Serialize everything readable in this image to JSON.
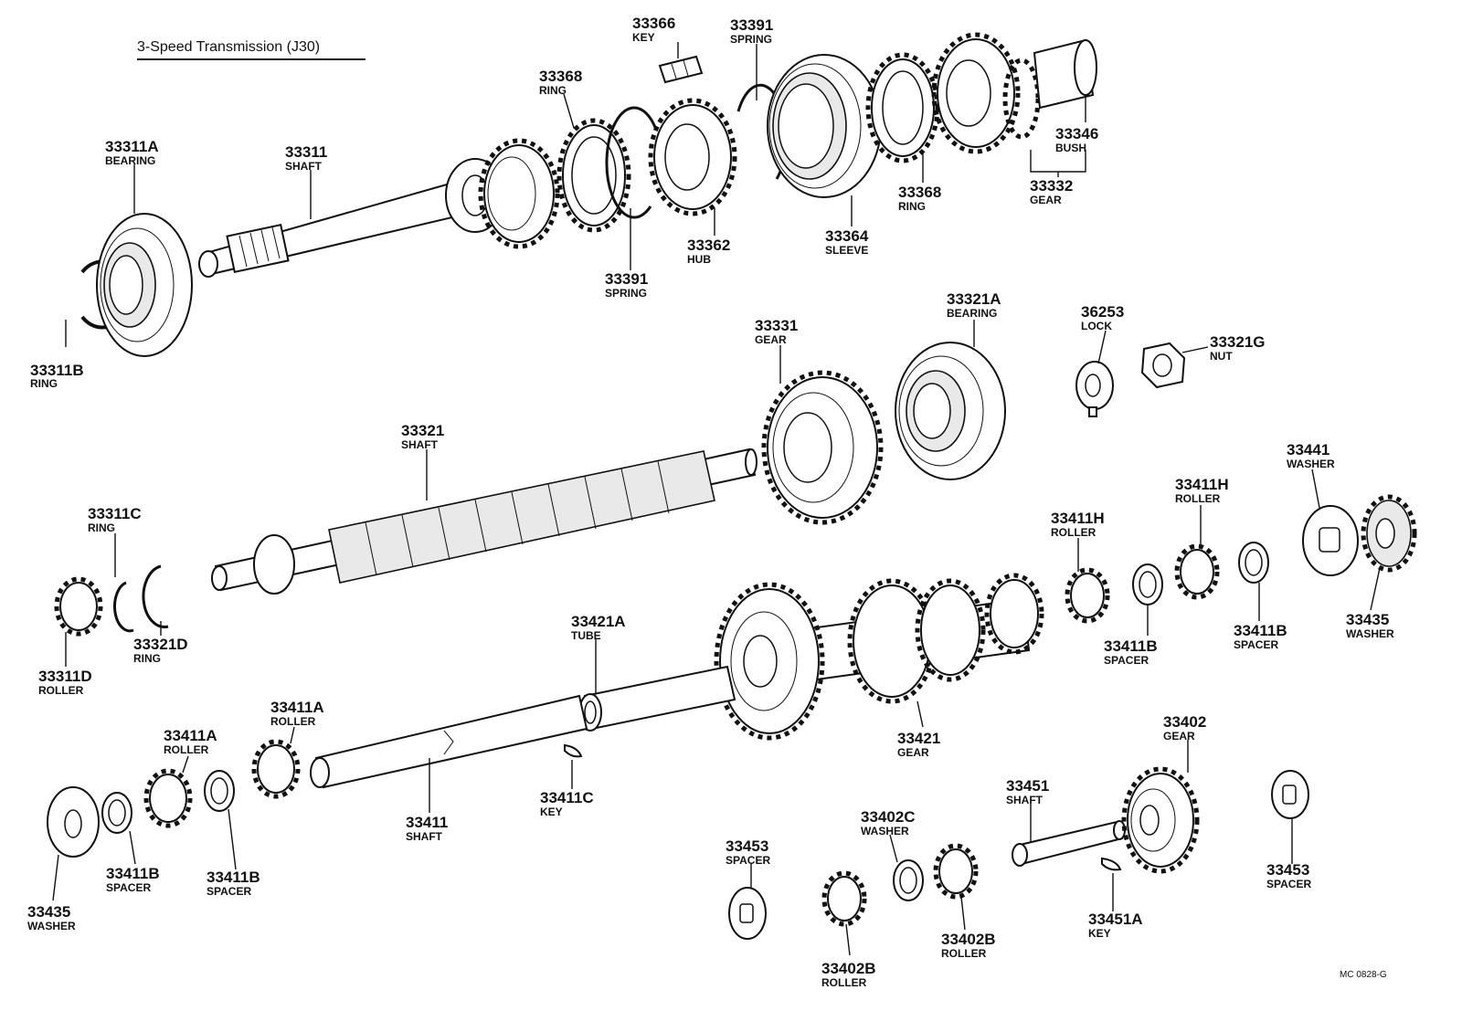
{
  "title": "3-Speed Transmission (J30)",
  "drawing_code": "MC 0828-G",
  "labels": [
    {
      "id": "l-33311A",
      "number": "33311A",
      "name": "BEARING"
    },
    {
      "id": "l-33311",
      "number": "33311",
      "name": "SHAFT"
    },
    {
      "id": "l-33311B",
      "number": "33311B",
      "name": "RING"
    },
    {
      "id": "l-33368a",
      "number": "33368",
      "name": "RING"
    },
    {
      "id": "l-33366",
      "number": "33366",
      "name": "KEY"
    },
    {
      "id": "l-33391a",
      "number": "33391",
      "name": "SPRING"
    },
    {
      "id": "l-33391b",
      "number": "33391",
      "name": "SPRING"
    },
    {
      "id": "l-33362",
      "number": "33362",
      "name": "HUB"
    },
    {
      "id": "l-33364",
      "number": "33364",
      "name": "SLEEVE"
    },
    {
      "id": "l-33368b",
      "number": "33368",
      "name": "RING"
    },
    {
      "id": "l-33346",
      "number": "33346",
      "name": "BUSH"
    },
    {
      "id": "l-33332",
      "number": "33332",
      "name": "GEAR"
    },
    {
      "id": "l-33321A",
      "number": "33321A",
      "name": "BEARING"
    },
    {
      "id": "l-33331",
      "number": "33331",
      "name": "GEAR"
    },
    {
      "id": "l-36253",
      "number": "36253",
      "name": "LOCK"
    },
    {
      "id": "l-33321G",
      "number": "33321G",
      "name": "NUT"
    },
    {
      "id": "l-33321",
      "number": "33321",
      "name": "SHAFT"
    },
    {
      "id": "l-33311C",
      "number": "33311C",
      "name": "RING"
    },
    {
      "id": "l-33321D",
      "number": "33321D",
      "name": "RING"
    },
    {
      "id": "l-33311D",
      "number": "33311D",
      "name": "ROLLER"
    },
    {
      "id": "l-33441",
      "number": "33441",
      "name": "WASHER"
    },
    {
      "id": "l-33411Ha",
      "number": "33411H",
      "name": "ROLLER"
    },
    {
      "id": "l-33411Hb",
      "number": "33411H",
      "name": "ROLLER"
    },
    {
      "id": "l-33411Ba",
      "number": "33411B",
      "name": "SPACER"
    },
    {
      "id": "l-33411Bb",
      "number": "33411B",
      "name": "SPACER"
    },
    {
      "id": "l-33435a",
      "number": "33435",
      "name": "WASHER"
    },
    {
      "id": "l-33421A",
      "number": "33421A",
      "name": "TUBE"
    },
    {
      "id": "l-33421",
      "number": "33421",
      "name": "GEAR"
    },
    {
      "id": "l-33411Aa",
      "number": "33411A",
      "name": "ROLLER"
    },
    {
      "id": "l-33411Ab",
      "number": "33411A",
      "name": "ROLLER"
    },
    {
      "id": "l-33411",
      "number": "33411",
      "name": "SHAFT"
    },
    {
      "id": "l-33411C",
      "number": "33411C",
      "name": "KEY"
    },
    {
      "id": "l-33402",
      "number": "33402",
      "name": "GEAR"
    },
    {
      "id": "l-33451",
      "number": "33451",
      "name": "SHAFT"
    },
    {
      "id": "l-33402C",
      "number": "33402C",
      "name": "WASHER"
    },
    {
      "id": "l-33453a",
      "number": "33453",
      "name": "SPACER"
    },
    {
      "id": "l-33453b",
      "number": "33453",
      "name": "SPACER"
    },
    {
      "id": "l-33411Bc",
      "number": "33411B",
      "name": "SPACER"
    },
    {
      "id": "l-33411Bd",
      "number": "33411B",
      "name": "SPACER"
    },
    {
      "id": "l-33435b",
      "number": "33435",
      "name": "WASHER"
    },
    {
      "id": "l-33451A",
      "number": "33451A",
      "name": "KEY"
    },
    {
      "id": "l-33402Ba",
      "number": "33402B",
      "name": "ROLLER"
    },
    {
      "id": "l-33402Bb",
      "number": "33402B",
      "name": "ROLLER"
    }
  ]
}
